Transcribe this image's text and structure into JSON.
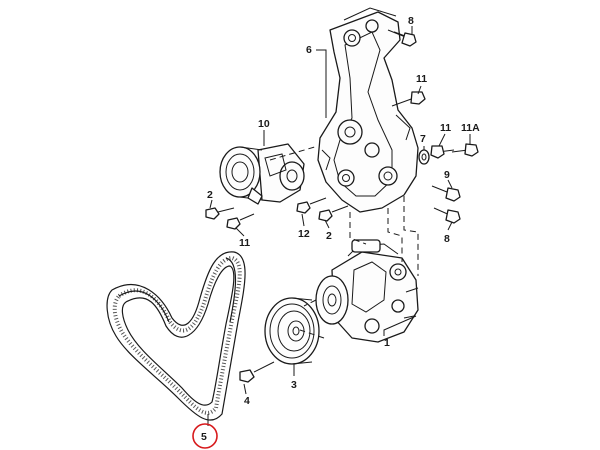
{
  "callouts": {
    "pos1": "1",
    "pos2a": "2",
    "pos2b": "2",
    "pos3": "3",
    "pos4": "4",
    "pos5": "5",
    "pos6": "6",
    "pos7": "7",
    "pos8a": "8",
    "pos8b": "8",
    "pos9": "9",
    "pos10": "10",
    "pos11a": "11",
    "pos11b": "11",
    "pos11c": "11",
    "pos11A": "11A",
    "pos12": "12"
  },
  "colors": {
    "highlight_circle": "#d7191c",
    "line": "#1a1a1a"
  }
}
